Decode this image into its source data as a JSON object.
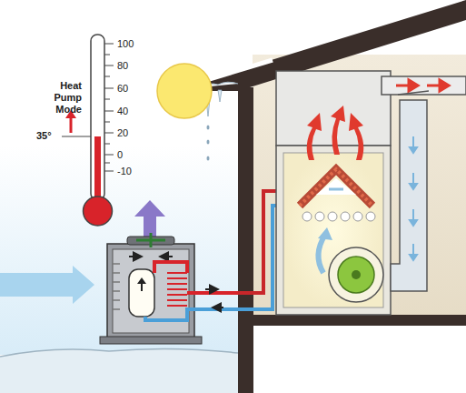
{
  "diagram": {
    "labels": [
      "Heat Pump Mode",
      "35°",
      "100",
      "80",
      "60",
      "40",
      "20",
      "0",
      "-10"
    ]
  }
}
